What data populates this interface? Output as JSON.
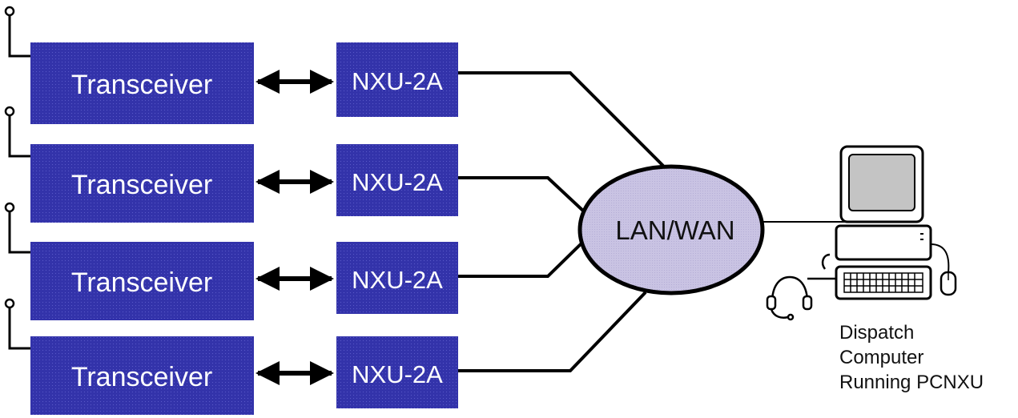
{
  "diagram": {
    "transceiver_label": "Transceiver",
    "nxu_label": "NXU-2A",
    "network_label": "LAN/WAN",
    "rows": [
      {
        "transceiver": "Transceiver",
        "nxu": "NXU-2A"
      },
      {
        "transceiver": "Transceiver",
        "nxu": "NXU-2A"
      },
      {
        "transceiver": "Transceiver",
        "nxu": "NXU-2A"
      },
      {
        "transceiver": "Transceiver",
        "nxu": "NXU-2A"
      }
    ],
    "computer_caption": [
      "Dispatch",
      "Computer",
      "Running PCNXU"
    ]
  },
  "colors": {
    "box_fill": "#3333aa",
    "box_dot": "#5a5ac8",
    "network_fill": "#c9c3e3",
    "line": "#000000"
  }
}
